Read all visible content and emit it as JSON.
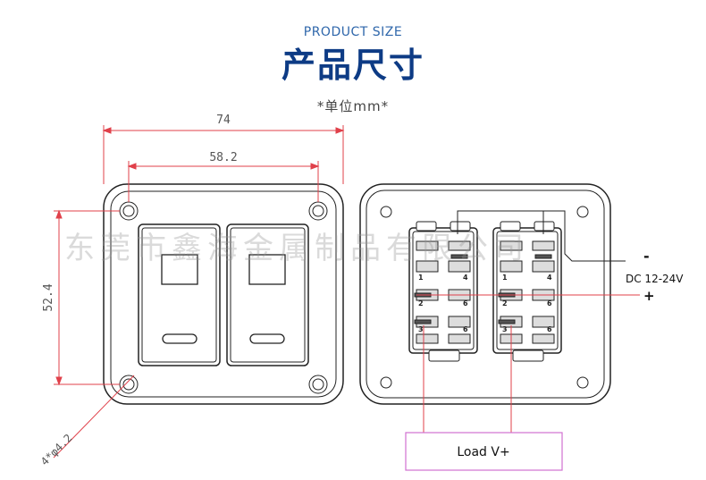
{
  "header": {
    "title_en": "PRODUCT SIZE",
    "title_cn": "产品尺寸",
    "unit_note": "*单位mm*"
  },
  "dimensions": {
    "overall_width": "74",
    "hole_spacing": "58.2",
    "height": "52.4",
    "holes": "4*φ4.2"
  },
  "wiring": {
    "minus_label": "-",
    "supply_label": "DC 12-24V",
    "plus_label": "+",
    "load_label": "Load V+"
  },
  "pin_labels": [
    "1",
    "4",
    "2",
    "6",
    "3",
    "6"
  ],
  "watermark": "东莞市鑫海金属制品有限公司",
  "colors": {
    "title_blue": "#0d3b85",
    "dimension_red": "#e0404a",
    "load_box": "#d070d0"
  }
}
